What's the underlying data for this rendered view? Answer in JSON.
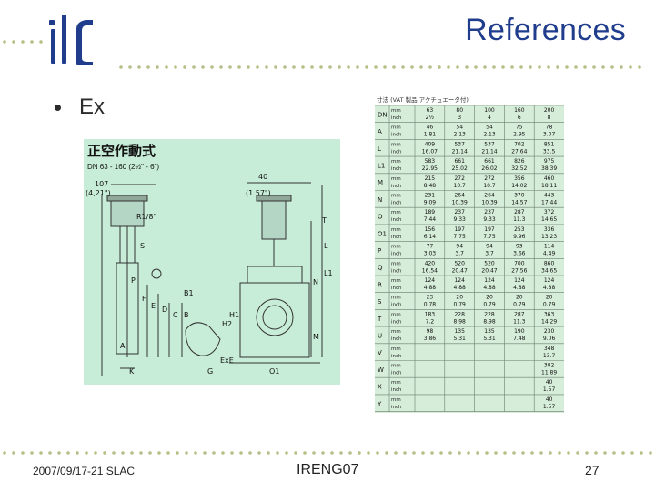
{
  "header": {
    "logo_text": "ilc",
    "title": "References"
  },
  "content": {
    "bullet_text": "Ex",
    "drawing_heading": "正空作動式",
    "drawing_caption": "DN 63 - 160 (2½\" - 6\")",
    "table_title": "寸法 (VAT 製品 アクチュエータ付)"
  },
  "drawing_labels": [
    "107",
    "(4,21\")",
    "R1/8\"",
    "40",
    "(1.57\")",
    "K",
    "P",
    "S",
    "F",
    "E",
    "D",
    "C",
    "B",
    "B1",
    "A",
    "M",
    "N",
    "H2",
    "H1",
    "ExE",
    "G",
    "O1",
    "L",
    "L1",
    "T"
  ],
  "table": {
    "columns": [
      "63",
      "80",
      "100",
      "160",
      "200"
    ],
    "rows": [
      {
        "label": "DN",
        "unit1": "mm",
        "unit2": "inch",
        "v1": [
          "63",
          "80",
          "100",
          "160",
          "200"
        ],
        "v2": [
          "2½",
          "3",
          "4",
          "6",
          "8"
        ]
      },
      {
        "label": "A",
        "unit1": "mm",
        "unit2": "inch",
        "v1": [
          "46",
          "54",
          "54",
          "75",
          "78"
        ],
        "v2": [
          "1.81",
          "2.13",
          "2.13",
          "2.95",
          "3.07"
        ]
      },
      {
        "label": "L",
        "unit1": "mm",
        "unit2": "inch",
        "v1": [
          "409",
          "537",
          "537",
          "702",
          "851"
        ],
        "v2": [
          "16.07",
          "21.14",
          "21.14",
          "27.64",
          "33.5"
        ]
      },
      {
        "label": "L1",
        "unit1": "mm",
        "unit2": "inch",
        "v1": [
          "583",
          "661",
          "661",
          "826",
          "975"
        ],
        "v2": [
          "22.95",
          "25.02",
          "26.02",
          "32.52",
          "38.39"
        ]
      },
      {
        "label": "M",
        "unit1": "mm",
        "unit2": "inch",
        "v1": [
          "215",
          "272",
          "272",
          "356",
          "460"
        ],
        "v2": [
          "8.48",
          "10.7",
          "10.7",
          "14.02",
          "18.11"
        ]
      },
      {
        "label": "N",
        "unit1": "mm",
        "unit2": "inch",
        "v1": [
          "231",
          "264",
          "264",
          "370",
          "443"
        ],
        "v2": [
          "9.09",
          "10.39",
          "10.39",
          "14.57",
          "17.44"
        ]
      },
      {
        "label": "O",
        "unit1": "mm",
        "unit2": "inch",
        "v1": [
          "189",
          "237",
          "237",
          "287",
          "372"
        ],
        "v2": [
          "7.44",
          "9.33",
          "9.33",
          "11.3",
          "14.65"
        ]
      },
      {
        "label": "O1",
        "unit1": "mm",
        "unit2": "inch",
        "v1": [
          "156",
          "197",
          "197",
          "253",
          "336"
        ],
        "v2": [
          "6.14",
          "7.75",
          "7.75",
          "9.96",
          "13.23"
        ]
      },
      {
        "label": "P",
        "unit1": "mm",
        "unit2": "inch",
        "v1": [
          "77",
          "94",
          "94",
          "93",
          "114"
        ],
        "v2": [
          "3.03",
          "3.7",
          "3.7",
          "3.66",
          "4.49"
        ]
      },
      {
        "label": "Q",
        "unit1": "mm",
        "unit2": "inch",
        "v1": [
          "420",
          "520",
          "520",
          "700",
          "860"
        ],
        "v2": [
          "16.54",
          "20.47",
          "20.47",
          "27.56",
          "34.65"
        ]
      },
      {
        "label": "R",
        "unit1": "mm",
        "unit2": "inch",
        "v1": [
          "124",
          "124",
          "124",
          "124",
          "124"
        ],
        "v2": [
          "4.88",
          "4.88",
          "4.88",
          "4.88",
          "4.88"
        ]
      },
      {
        "label": "S",
        "unit1": "mm",
        "unit2": "inch",
        "v1": [
          "23",
          "20",
          "20",
          "20",
          "20"
        ],
        "v2": [
          "0.78",
          "0.79",
          "0.79",
          "0.79",
          "0.79"
        ]
      },
      {
        "label": "T",
        "unit1": "mm",
        "unit2": "inch",
        "v1": [
          "183",
          "228",
          "228",
          "287",
          "363"
        ],
        "v2": [
          "7.2",
          "8.98",
          "8.98",
          "11.3",
          "14.29"
        ]
      },
      {
        "label": "U",
        "unit1": "mm",
        "unit2": "inch",
        "v1": [
          "98",
          "135",
          "135",
          "190",
          "230"
        ],
        "v2": [
          "3.86",
          "5.31",
          "5.31",
          "7.48",
          "9.06"
        ]
      },
      {
        "label": "V",
        "unit1": "mm",
        "unit2": "inch",
        "v1": [
          "",
          "",
          "",
          "",
          "348"
        ],
        "v2": [
          "",
          "",
          "",
          "",
          "13.7"
        ]
      },
      {
        "label": "W",
        "unit1": "mm",
        "unit2": "inch",
        "v1": [
          "",
          "",
          "",
          "",
          "302"
        ],
        "v2": [
          "",
          "",
          "",
          "",
          "11.89"
        ]
      },
      {
        "label": "X",
        "unit1": "mm",
        "unit2": "inch",
        "v1": [
          "",
          "",
          "",
          "",
          "40"
        ],
        "v2": [
          "",
          "",
          "",
          "",
          "1.57"
        ]
      },
      {
        "label": "Y",
        "unit1": "mm",
        "unit2": "inch",
        "v1": [
          "",
          "",
          "",
          "",
          "40"
        ],
        "v2": [
          "",
          "",
          "",
          "",
          "1.57"
        ]
      }
    ]
  },
  "footer": {
    "date_location": "2007/09/17-21  SLAC",
    "conference": "IRENG07",
    "page_number": "27"
  },
  "colors": {
    "title": "#1f3d8c",
    "logo": "#1f3d8c",
    "dots": "#b8bf8a",
    "drawing_bg": "#c7ecd7",
    "table_bg": "#d6edd9"
  }
}
